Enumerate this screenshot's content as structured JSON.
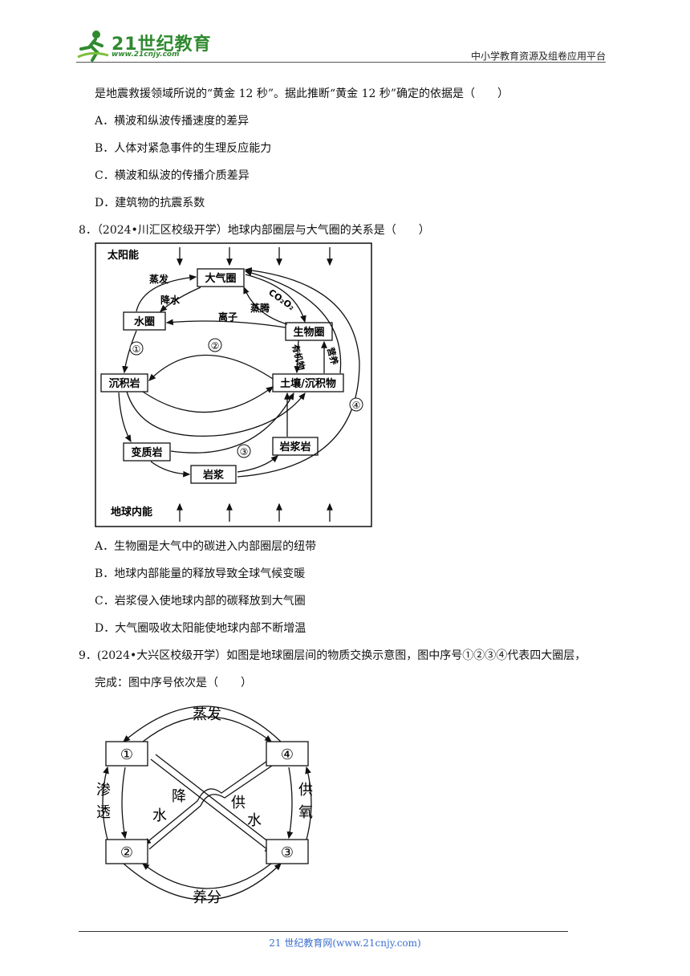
{
  "header": {
    "logo_text": "21世纪教育",
    "logo_url": "www.21cnjy.com",
    "platform": "中小学教育资源及组卷应用平台"
  },
  "q7": {
    "stem_tail": "是地震救援领域所说的“黄金 12 秒”。据此推断“黄金 12 秒”确定的依据是（　　）",
    "options": [
      "A．横波和纵波传播速度的差异",
      "B．人体对紧急事件的生理反应能力",
      "C．横波和纵波的传播介质差异",
      "D．建筑物的抗震系数"
    ]
  },
  "q8": {
    "stem": "8．（2024•川汇区校级开学）地球内部圈层与大气圈的关系是（　　）",
    "figure": {
      "top_label": "太阳能",
      "bottom_label": "地球内能",
      "boxes": {
        "atmosphere": "大气圈",
        "hydrosphere": "水圈",
        "biosphere": "生物圈",
        "sedimentary": "沉积岩",
        "soil": "土壤/沉积物",
        "metamorphic": "变质岩",
        "igneous": "岩浆岩",
        "magma": "岩浆"
      },
      "labels": {
        "evaporation": "蒸发",
        "precipitation": "降水",
        "ions": "离子",
        "transpiration": "蒸腾",
        "co2o2": "CO₂O₂",
        "organic": "有机物",
        "nutrients": "营养",
        "n1": "①",
        "n2": "②",
        "n3": "③",
        "n4": "④"
      }
    },
    "options": [
      "A．生物圈是大气中的碳进入内部圈层的纽带",
      "B．地球内部能量的释放导致全球气候变暖",
      "C．岩浆侵入使地球内部的碳释放到大气圈",
      "D．大气圈吸收太阳能使地球内部不断增温"
    ]
  },
  "q9": {
    "stem_line1": "9．(2024•大兴区校级开学）如图是地球圈层间的物质交换示意图，图中序号①②③④代表四大圈层，",
    "stem_line2": "完成：图中序号依次是（　　）",
    "figure": {
      "n1": "①",
      "n2": "②",
      "n3": "③",
      "n4": "④",
      "evaporation": "蒸发",
      "infiltration_1": "渗",
      "infiltration_2": "透",
      "supply_oxygen_1": "供",
      "supply_oxygen_2": "氧",
      "nourish": "养分",
      "rain_1": "降",
      "rain_2": "水",
      "supply_water_1": "供",
      "supply_water_2": "水"
    }
  },
  "footer": {
    "text": "21 世纪教育网(www.21cnjy.com)"
  }
}
